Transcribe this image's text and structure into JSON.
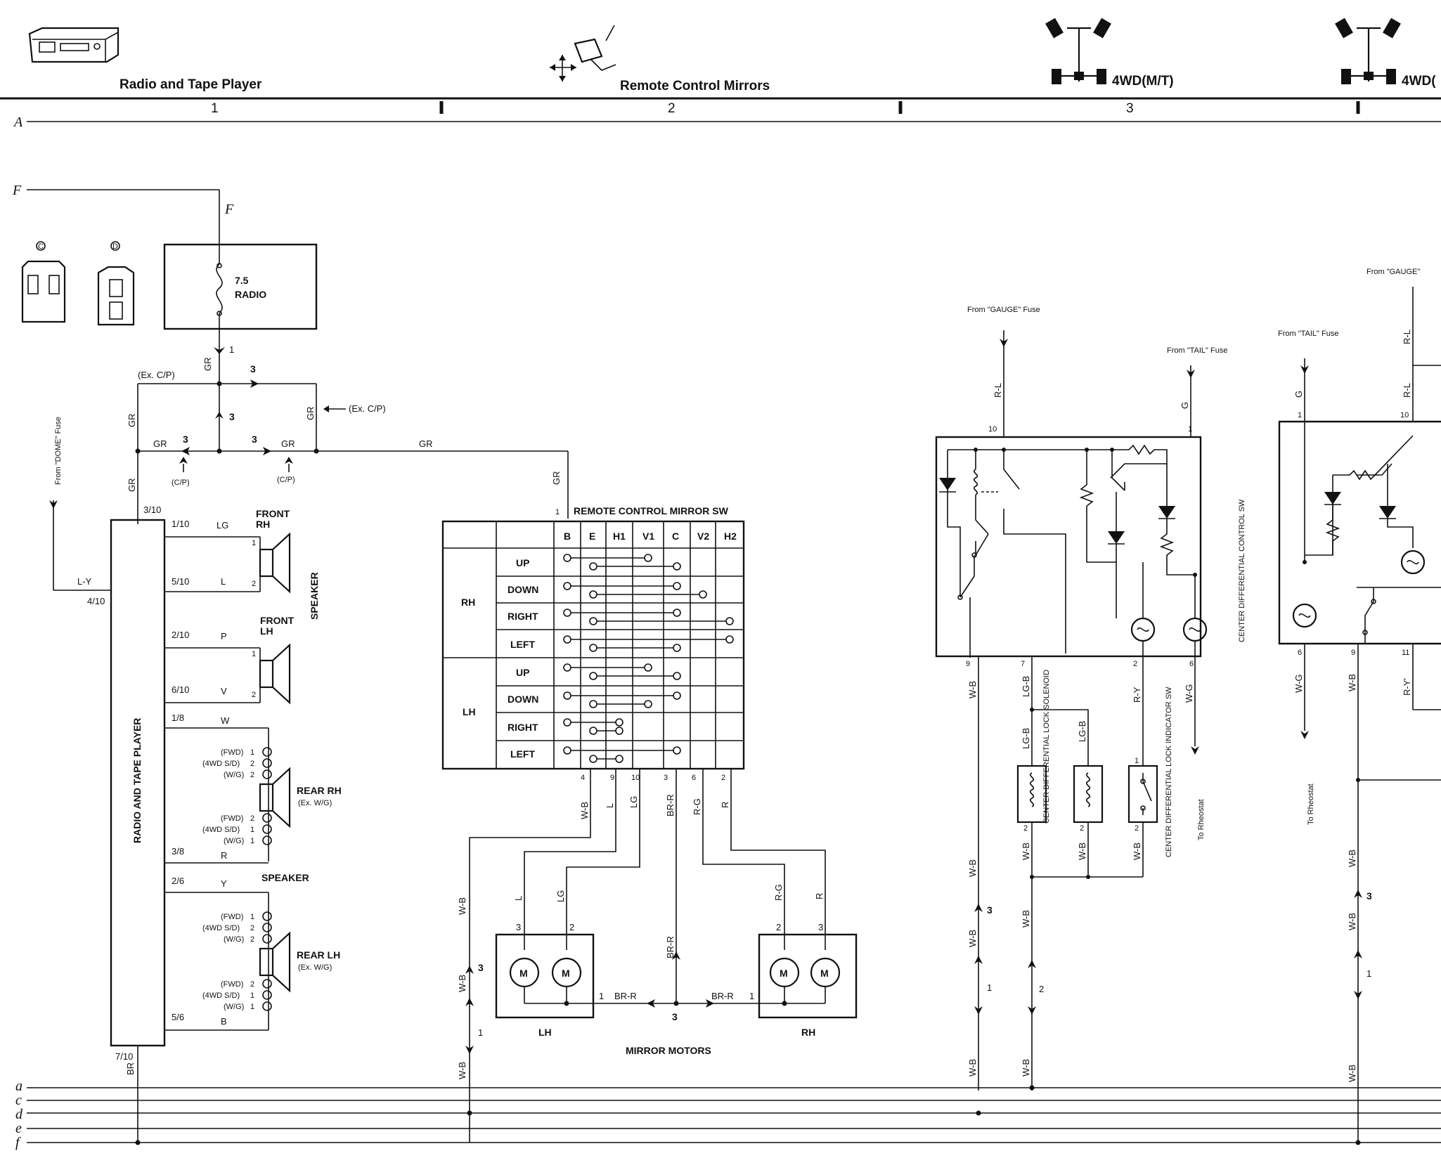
{
  "header": {
    "sections": [
      {
        "title": "Radio and Tape Player",
        "number": "1",
        "icon": "radio-tape-player-icon"
      },
      {
        "title": "Remote Control Mirrors",
        "number": "2",
        "icon": "remote-mirror-icon"
      },
      {
        "title": "4WD(M/T)",
        "number": "3",
        "icon": "4wd-drivetrain-icon"
      },
      {
        "title": "4WD(",
        "icon": "4wd-drivetrain-icon"
      }
    ],
    "row_label": "A"
  },
  "bus_labels": [
    "a",
    "c",
    "d",
    "e",
    "f"
  ],
  "input_label": "F",
  "connectors": {
    "c": "C",
    "d": "D"
  },
  "fuse": {
    "rating": "7.5",
    "name": "RADIO"
  },
  "radio": {
    "unit_label": "RADIO AND TAPE PLAYER",
    "dome_fuse": "From \"DOME\" Fuse",
    "wires": {
      "gr": "GR",
      "ly": "L-Y",
      "lg": "LG",
      "l": "L",
      "p": "P",
      "v": "V",
      "w": "W",
      "r": "R",
      "y": "Y",
      "b": "B",
      "br": "BR"
    },
    "notes": {
      "ex_cp": "(Ex. C/P)",
      "cp": "(C/P)"
    },
    "pins": {
      "p3_10": "3/10",
      "p1_10": "1/10",
      "p5_10": "5/10",
      "p4_10": "4/10",
      "p2_10": "2/10",
      "p6_10": "6/10",
      "p1_8": "1/8",
      "p3_8": "3/8",
      "p2_6": "2/6",
      "p5_6": "5/6",
      "p7_10": "7/10"
    },
    "speakers": {
      "front_rh": "FRONT RH",
      "front_lh": "FRONT LH",
      "speaker": "SPEAKER",
      "rear_rh": "REAR RH",
      "rear_rh_note": "(Ex. W/G)",
      "rear_lh": "REAR LH",
      "rear_lh_note": "(Ex. W/G)",
      "variants": {
        "fwd": "(FWD)",
        "s4wd": "(4WD S/D)",
        "wg": "(W/G)"
      }
    }
  },
  "mirror_switch": {
    "title": "REMOTE CONTROL MIRROR SW",
    "columns": [
      "B",
      "E",
      "H1",
      "V1",
      "C",
      "V2",
      "H2"
    ],
    "groups": [
      {
        "name": "RH",
        "rows": [
          "UP",
          "DOWN",
          "RIGHT",
          "LEFT"
        ]
      },
      {
        "name": "LH",
        "rows": [
          "UP",
          "DOWN",
          "RIGHT",
          "LEFT"
        ]
      }
    ],
    "terminals": [
      "4",
      "9",
      "10",
      "3",
      "6",
      "2"
    ],
    "wires": [
      "W-B",
      "L",
      "LG",
      "BR-R",
      "R-G",
      "R"
    ],
    "motors_label": "MIRROR MOTORS",
    "lh": "LH",
    "rh": "RH",
    "motor_symbol": "M"
  },
  "cdl": {
    "gauge_fuse": "From \"GAUGE\" Fuse",
    "tail_fuse": "From \"TAIL\" Fuse",
    "switch_label": "CENTER DIFFERENTIAL CONTROL SW",
    "solenoid_label": "CENTER DIFFERENTIAL LOCK SOLENOID",
    "indicator_label": "CENTER DIFFERENTIAL LOCK INDICATOR SW",
    "to_rheostat": "To Rheostat",
    "wires": {
      "rl": "R-L",
      "g": "G",
      "wb": "W-B",
      "lgb": "LG-B",
      "ry": "R-Y",
      "wg": "W-G"
    }
  },
  "right_partial": {
    "gauge_fuse": "From \"GAUGE\"",
    "tail_fuse": "From \"TAIL\" Fuse",
    "to_rheostat": "To Rheostat",
    "ry": "R-Y'"
  }
}
